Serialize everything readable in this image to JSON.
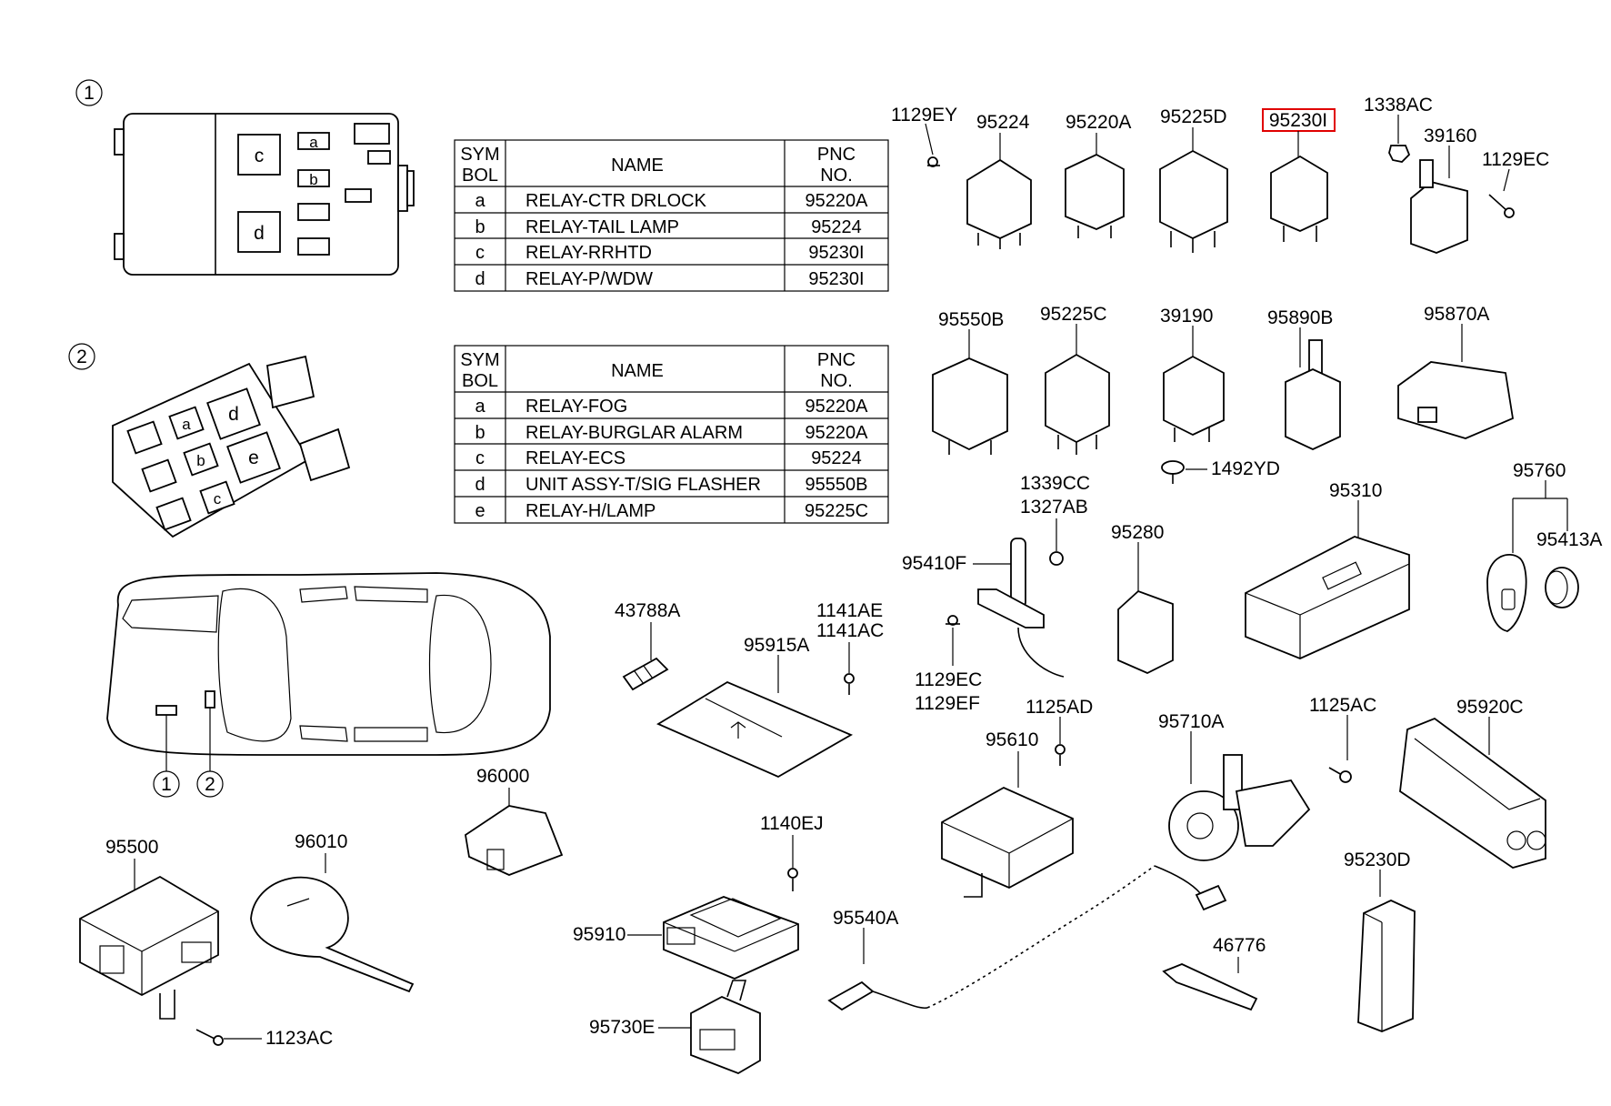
{
  "markers": {
    "one": "1",
    "two": "2"
  },
  "fuse_box_1": {
    "slots": [
      "a",
      "b",
      "c",
      "d"
    ]
  },
  "fuse_box_2": {
    "slots": [
      "a",
      "b",
      "c",
      "d",
      "e"
    ]
  },
  "table_1": {
    "headers": {
      "sym_line1": "SYM",
      "sym_line2": "BOL",
      "name": "NAME",
      "pnc_line1": "PNC",
      "pnc_line2": "NO."
    },
    "rows": [
      {
        "sym": "a",
        "name": "RELAY-CTR DRLOCK",
        "pnc": "95220A"
      },
      {
        "sym": "b",
        "name": "RELAY-TAIL LAMP",
        "pnc": "95224"
      },
      {
        "sym": "c",
        "name": "RELAY-RRHTD",
        "pnc": "95230I"
      },
      {
        "sym": "d",
        "name": "RELAY-P/WDW",
        "pnc": "95230I"
      }
    ]
  },
  "table_2": {
    "headers": {
      "sym_line1": "SYM",
      "sym_line2": "BOL",
      "name": "NAME",
      "pnc_line1": "PNC",
      "pnc_line2": "NO."
    },
    "rows": [
      {
        "sym": "a",
        "name": "RELAY-FOG",
        "pnc": "95220A"
      },
      {
        "sym": "b",
        "name": "RELAY-BURGLAR ALARM",
        "pnc": "95220A"
      },
      {
        "sym": "c",
        "name": "RELAY-ECS",
        "pnc": "95224"
      },
      {
        "sym": "d",
        "name": "UNIT ASSY-T/SIG FLASHER",
        "pnc": "95550B"
      },
      {
        "sym": "e",
        "name": "RELAY-H/LAMP",
        "pnc": "95225C"
      }
    ]
  },
  "highlight": {
    "part": "95230I",
    "color": "#e00000"
  },
  "parts": {
    "p1129EY": "1129EY",
    "p95224": "95224",
    "p95220A": "95220A",
    "p95225D": "95225D",
    "p95230I": "95230I",
    "p1338AC": "1338AC",
    "p39160": "39160",
    "p1129EC_top": "1129EC",
    "p95550B": "95550B",
    "p95225C": "95225C",
    "p39190": "39190",
    "p95890B": "95890B",
    "p95870A": "95870A",
    "p1492YD": "1492YD",
    "p1339CC": "1339CC",
    "p1327AB": "1327AB",
    "p95410F": "95410F",
    "p95280": "95280",
    "p95310": "95310",
    "p95760": "95760",
    "p95413A": "95413A",
    "p1129EC_mid": "1129EC",
    "p1129EF": "1129EF",
    "p43788A": "43788A",
    "p1141AE": "1141AE",
    "p1141AC": "1141AC",
    "p95915A": "95915A",
    "p1125AD": "1125AD",
    "p95610": "95610",
    "p95710A": "95710A",
    "p1125AC": "1125AC",
    "p95920C": "95920C",
    "p96000": "96000",
    "p95500": "95500",
    "p96010": "96010",
    "p1123AC": "1123AC",
    "p1140EJ": "1140EJ",
    "p95910": "95910",
    "p95540A": "95540A",
    "p46776": "46776",
    "p95230D": "95230D",
    "p95730E": "95730E"
  }
}
